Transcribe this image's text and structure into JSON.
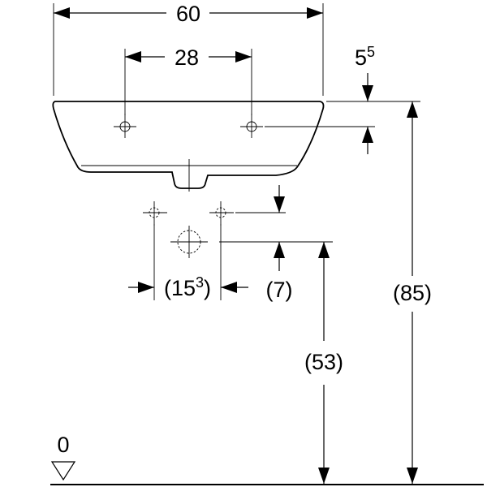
{
  "dimensions": {
    "overall_width": "60",
    "tap_hole_spacing": "28",
    "tap_hole_depth_base": "5",
    "tap_hole_depth_sup": "5",
    "supply_spacing_open": "(15",
    "supply_spacing_sup": "3",
    "supply_spacing_close": ")",
    "drain_offset": "(7)",
    "drain_height": "(53)",
    "rim_height": "(85)",
    "floor_level": "0"
  },
  "icons": {
    "floor_marker": "floor-level-triangle-icon",
    "tap_hole": "crosshair-circle-icon"
  }
}
